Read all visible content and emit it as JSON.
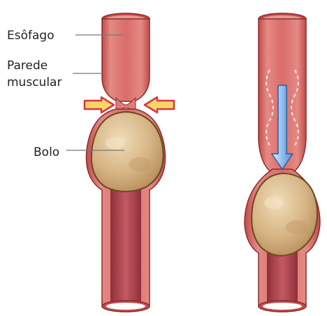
{
  "labels": {
    "esofago": "Esôfago",
    "parede_line1": "Parede",
    "parede_line2": "muscular",
    "bolo": "Bolo"
  },
  "colors": {
    "wall_outer": "#c9544f",
    "wall_inner": "#e58a84",
    "lumen_dark": "#a83f48",
    "bolus_fill": "#d9b98a",
    "arrow_yellow": "#f6d66a",
    "arrow_red": "#d9363d",
    "arrow_blue": "#7fb2ea"
  }
}
